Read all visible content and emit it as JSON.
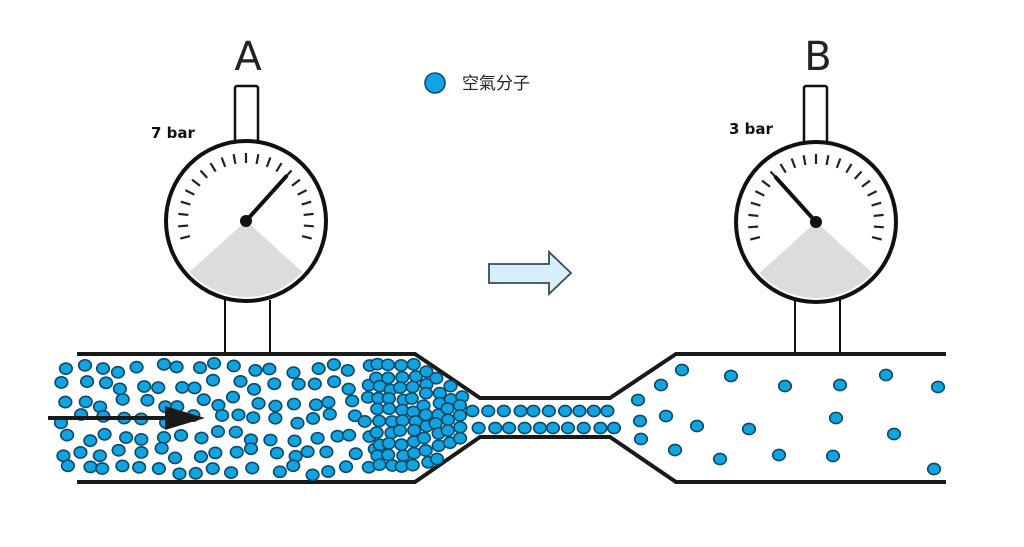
{
  "legend": {
    "label": "空氣分子",
    "marker_color": "#12a4e0",
    "marker_stroke": "#0c4a6a"
  },
  "gauges": [
    {
      "id": "A",
      "letter": "A",
      "pressure_label": "7 bar",
      "pressure_bar": 7
    },
    {
      "id": "B",
      "letter": "B",
      "pressure_label": "3 bar",
      "pressure_bar": 3
    }
  ],
  "flow_arrow": {
    "direction": "right",
    "fill": "#d6effb",
    "stroke": "#3c4a52"
  },
  "pipe": {
    "wall_color": "#1a1a1a",
    "sections": [
      "wide-inlet",
      "narrow-throat",
      "wide-outlet"
    ]
  },
  "molecule_density": {
    "inlet": "high",
    "throat": "compressed-row",
    "outlet": "low"
  }
}
